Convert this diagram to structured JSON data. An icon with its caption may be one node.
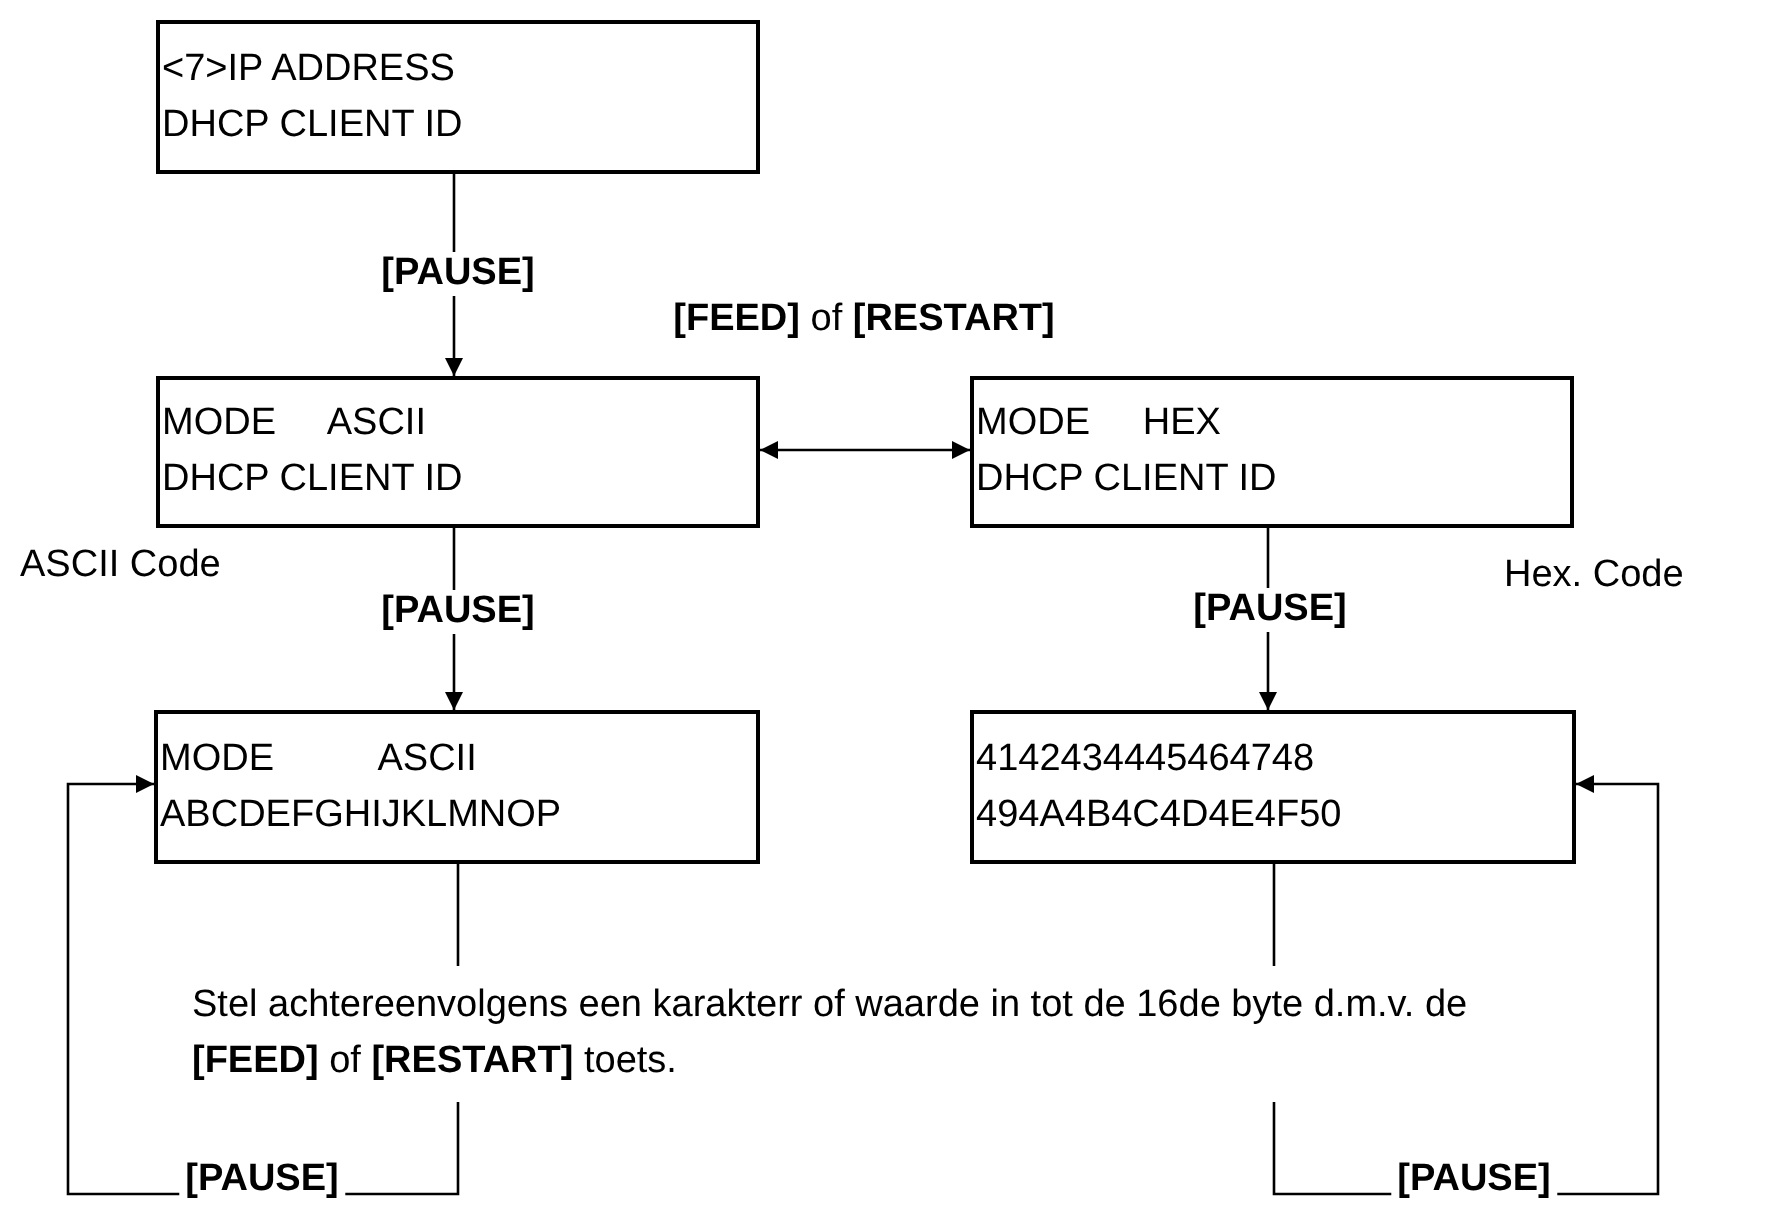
{
  "diagram": {
    "nodes": [
      {
        "text": [
          "<7>IP ADDRESS",
          "DHCP CLIENT ID"
        ]
      },
      {
        "text": [
          "MODE     ASCII",
          "DHCP CLIENT ID"
        ],
        "beside": [
          "ASCII Code"
        ]
      },
      {
        "text": [
          "MODE     HEX",
          "DHCP CLIENT ID"
        ],
        "beside": [
          "Hex. Code"
        ]
      },
      {
        "text": [
          "MODE          ASCII",
          "ABCDEFGHIJKLMNOP"
        ]
      },
      {
        "text": [
          "4142434445464748",
          "494A4B4C4D4E4F50"
        ]
      }
    ],
    "edges": [
      {
        "from": 0,
        "to": 1,
        "arrow": "to",
        "label": "[PAUSE]"
      },
      {
        "from": 1,
        "to": 2,
        "arrow": "both",
        "label": "**[FEED]** of **[RESTART]**"
      },
      {
        "from": 1,
        "to": 3,
        "arrow": "to",
        "label": "[PAUSE]"
      },
      {
        "from": 2,
        "to": 4,
        "arrow": "to",
        "label": "[PAUSE]"
      },
      {
        "from": 3,
        "to": 3,
        "arrow": "to",
        "label": "[PAUSE]"
      },
      {
        "from": 4,
        "to": 4,
        "arrow": "to",
        "label": "[PAUSE]"
      }
    ],
    "labels": [
      "Stel achtereenvolgens een karakterr of waarde in tot de 16de byte d.m.v. de **[FEED]** of **[RESTART]** toets."
    ]
  }
}
